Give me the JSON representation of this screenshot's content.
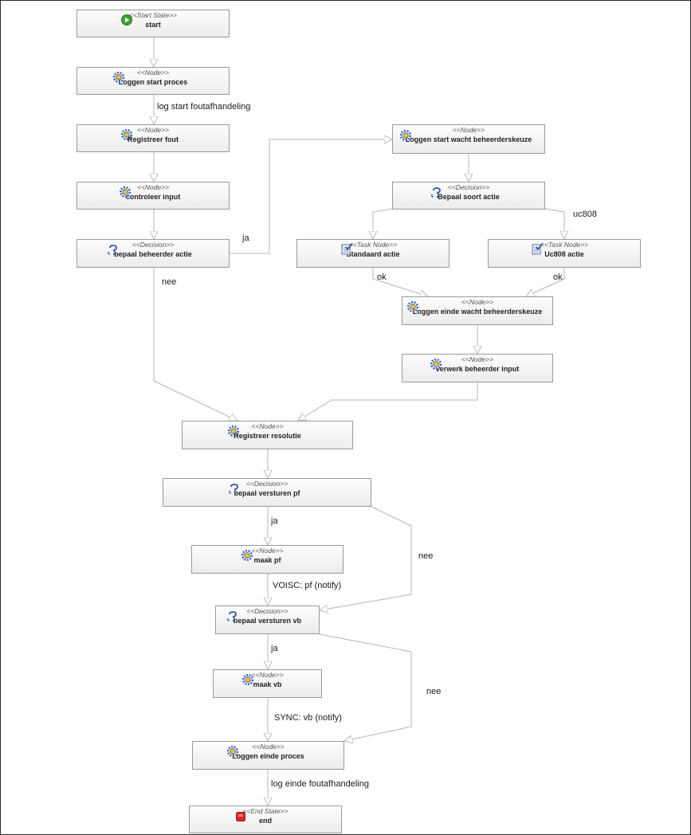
{
  "nodes": {
    "start": {
      "stereotype": "<<Start State>>",
      "name": "start",
      "icon": "start-state-icon"
    },
    "logstart": {
      "stereotype": "<<Node>>",
      "name": "Loggen start proces",
      "icon": "gear-icon"
    },
    "regfout": {
      "stereotype": "<<Node>>",
      "name": "Registreer fout",
      "icon": "gear-icon"
    },
    "controleer": {
      "stereotype": "<<Node>>",
      "name": "controleer input",
      "icon": "gear-icon"
    },
    "bepaalbeheerder": {
      "stereotype": "<<Decision>>",
      "name": "bepaal beheerder actie",
      "icon": "decision-icon"
    },
    "logwacht": {
      "stereotype": "<<Node>>",
      "name": "Loggen start wacht beheerderskeuze",
      "icon": "gear-icon"
    },
    "bepaalsoort": {
      "stereotype": "<<Decision>>",
      "name": "Bepaal soort actie",
      "icon": "decision-icon"
    },
    "standaard": {
      "stereotype": "<<Task Node>>",
      "name": "Standaard actie",
      "icon": "task-icon"
    },
    "uc808": {
      "stereotype": "<<Task Node>>",
      "name": "Uc808 actie",
      "icon": "task-icon"
    },
    "logeindewacht": {
      "stereotype": "<<Node>>",
      "name": "Loggen einde wacht beheerderskeuze",
      "icon": "gear-icon"
    },
    "verwerk": {
      "stereotype": "<<Node>>",
      "name": "verwerk beheerder input",
      "icon": "gear-icon"
    },
    "regresolutie": {
      "stereotype": "<<Node>>",
      "name": "Registreer resolutie",
      "icon": "gear-icon"
    },
    "bepaalpf": {
      "stereotype": "<<Decision>>",
      "name": "bepaal versturen pf",
      "icon": "decision-icon"
    },
    "maakpf": {
      "stereotype": "<<Node>>",
      "name": "maak pf",
      "icon": "gear-icon"
    },
    "bepaalvb": {
      "stereotype": "<<Decision>>",
      "name": "bepaal versturen vb",
      "icon": "decision-icon"
    },
    "maakvb": {
      "stereotype": "<<Node>>",
      "name": "maak vb",
      "icon": "gear-icon"
    },
    "logeinde": {
      "stereotype": "<<Node>>",
      "name": "Loggen einde proces",
      "icon": "gear-icon"
    },
    "end": {
      "stereotype": "<<End State>>",
      "name": "end",
      "icon": "end-state-icon"
    }
  },
  "edges": {
    "log_start": "log start foutafhandeling",
    "ja1": "ja",
    "nee1": "nee",
    "uc808": "uc808",
    "ok1": "ok",
    "ok2": "ok",
    "ja2": "ja",
    "nee2": "nee",
    "voisc": "VOISC: pf (notify)",
    "ja3": "ja",
    "nee3": "nee",
    "sync": "SYNC: vb (notify)",
    "log_einde": "log einde foutafhandeling"
  },
  "colors": {
    "border": "#9a9a9a",
    "edge": "#b4b4b4",
    "start_green": "#3aa12f",
    "end_red": "#d32a2a",
    "gear": "#3b62b5"
  }
}
